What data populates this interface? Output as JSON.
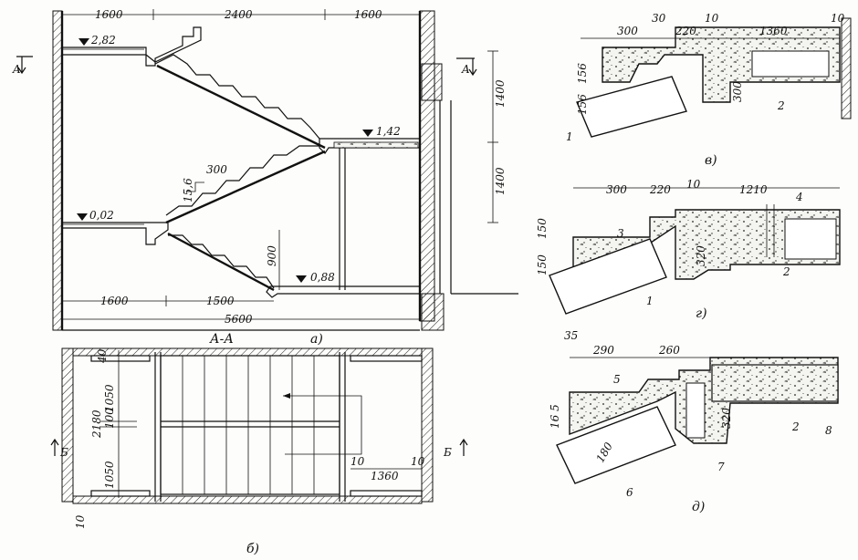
{
  "section_a": {
    "dims_top": [
      "1600",
      "2400",
      "1600"
    ],
    "level_top": "2,82",
    "level_mid": "1,42",
    "level_low": "0,02",
    "level_bottom": "0,88",
    "dim_right_upper": "1400",
    "dim_right_lower": "1400",
    "step_width": "300",
    "step_height": "15,6",
    "dim_900": "900",
    "dims_bottom": [
      "1600",
      "1500"
    ],
    "dim_total": "5600",
    "section_mark": "A",
    "section_title": "А-А",
    "caption": "а)"
  },
  "plan_b": {
    "dim_top_gap": "40",
    "dim_upper_flight": "1050",
    "dim_total_width": "2180",
    "dim_gap": "100",
    "dim_lower_flight": "1050",
    "dim_bottom_gap": "10",
    "dim_10": "10",
    "dim_landing": "1360",
    "dim_right_gap": "10",
    "section_mark": "Б",
    "caption": "б)"
  },
  "detail_v": {
    "dims": [
      "300",
      "30",
      "220",
      "10",
      "1360",
      "10"
    ],
    "dim_156a": "156",
    "dim_156b": "156",
    "dim_300v": "300",
    "label_1": "1",
    "label_2": "2",
    "caption": "в)"
  },
  "detail_g": {
    "dims": [
      "300",
      "220",
      "10",
      "1210"
    ],
    "dim_150a": "150",
    "dim_150b": "150",
    "dim_320": "320",
    "label_1": "1",
    "label_2": "2",
    "label_3": "3",
    "label_4": "4",
    "caption": "г)"
  },
  "detail_d": {
    "dims": [
      "35",
      "290",
      "260"
    ],
    "dim_165": "16 5",
    "dim_180": "180",
    "dim_320": "320",
    "label_2": "2",
    "label_5": "5",
    "label_6": "6",
    "label_7": "7",
    "label_8": "8",
    "caption": "д)"
  }
}
